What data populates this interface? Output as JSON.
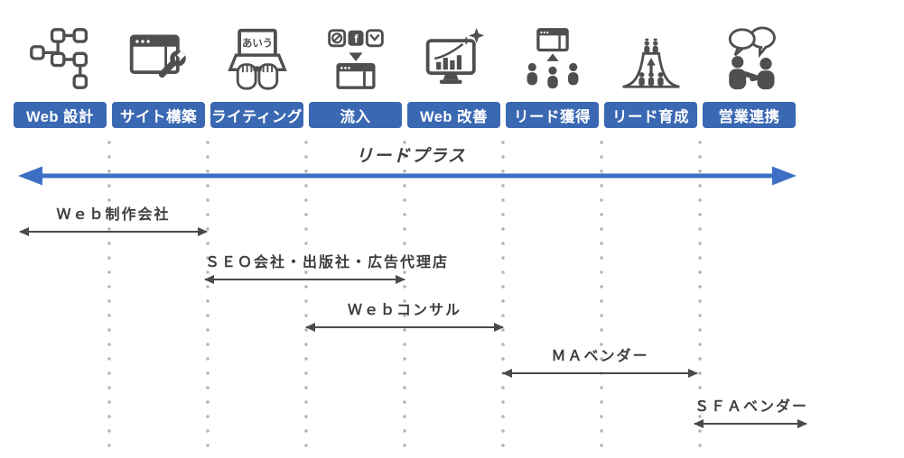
{
  "stages": [
    {
      "label": "Web 設計",
      "icon": "sitemap-icon"
    },
    {
      "label": "サイト構築",
      "icon": "site-build-wrench-icon"
    },
    {
      "label": "ライティング",
      "icon": "typing-laptop-icon"
    },
    {
      "label": "流入",
      "icon": "traffic-channels-icon"
    },
    {
      "label": "Web 改善",
      "icon": "analytics-monitor-icon"
    },
    {
      "label": "リード獲得",
      "icon": "lead-generation-icon"
    },
    {
      "label": "リード育成",
      "icon": "lead-nurturing-mountain-icon"
    },
    {
      "label": "営業連携",
      "icon": "sales-conversation-icon"
    }
  ],
  "leadplus_label": "リードプラス",
  "ranges": [
    {
      "label": "Ｗｅｂ制作会社"
    },
    {
      "label": "ＳＥＯ会社・出版社・広告代理店"
    },
    {
      "label": "Ｗｅｂコンサル"
    },
    {
      "label": "ＭＡベンダー"
    },
    {
      "label": "ＳＦＡベンダー"
    }
  ],
  "icon_text": {
    "laptop_screen": "あいう",
    "facebook_letter": "f"
  },
  "colors": {
    "stage_box_blue": "#3a68b2",
    "arrow_blue": "#3d6fc4",
    "icon_gray": "#4f4f4f",
    "dot_gray": "#b4b4b4",
    "text_dark": "#3d3d3d"
  }
}
